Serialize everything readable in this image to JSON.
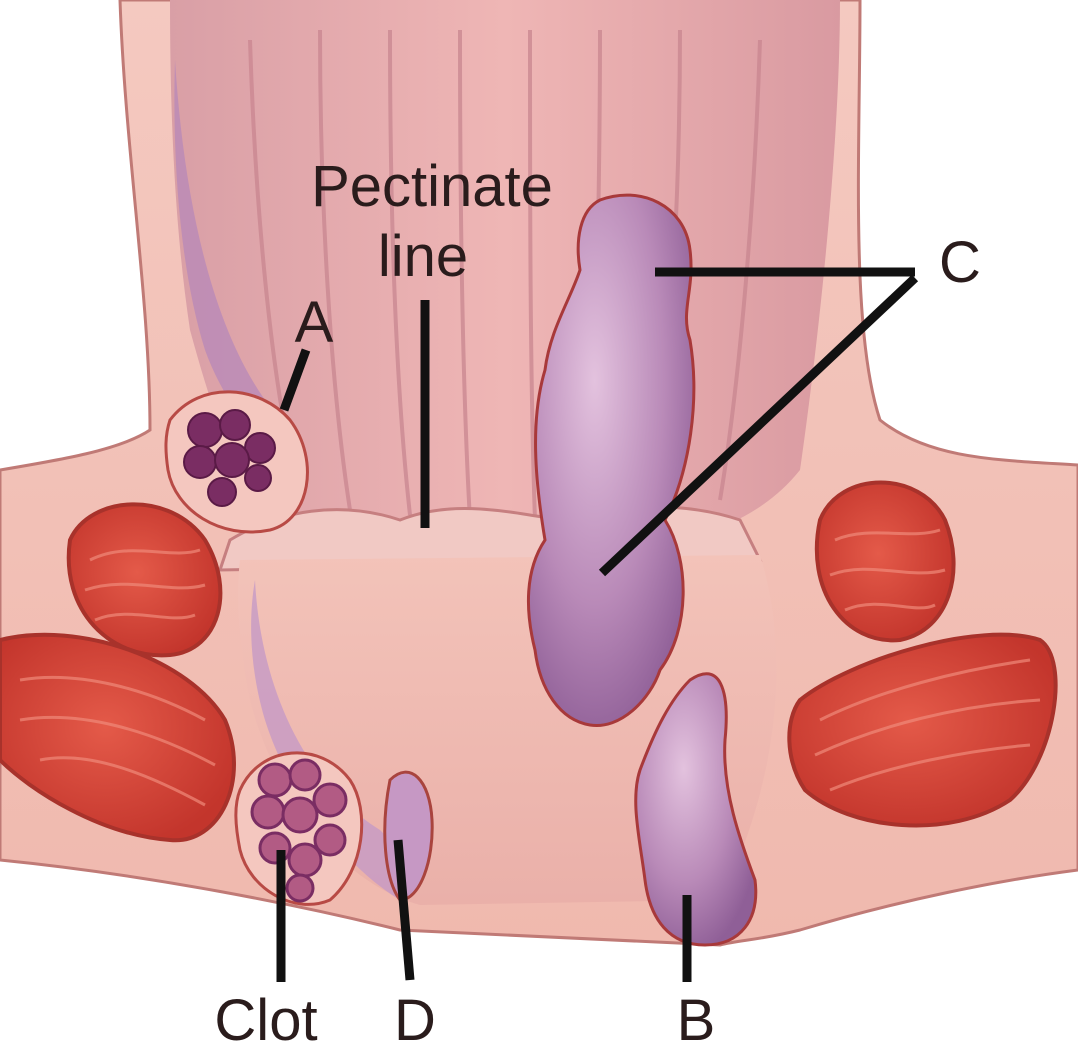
{
  "diagram": {
    "labels": {
      "pectinate_line_1": "Pectinate",
      "pectinate_line_2": "line",
      "a": "A",
      "b": "B",
      "c": "C",
      "d": "D",
      "clot": "Clot"
    },
    "colors": {
      "background": "#ffffff",
      "tissue_pink": "#f2c1b8",
      "mucosa_pink": "#e8a9a6",
      "muscle_red": "#d9473a",
      "vein_purple": "#b487b8",
      "clot_purple": "#7a2d63",
      "outline_red": "#b3322c",
      "leader_line": "#111111"
    }
  }
}
